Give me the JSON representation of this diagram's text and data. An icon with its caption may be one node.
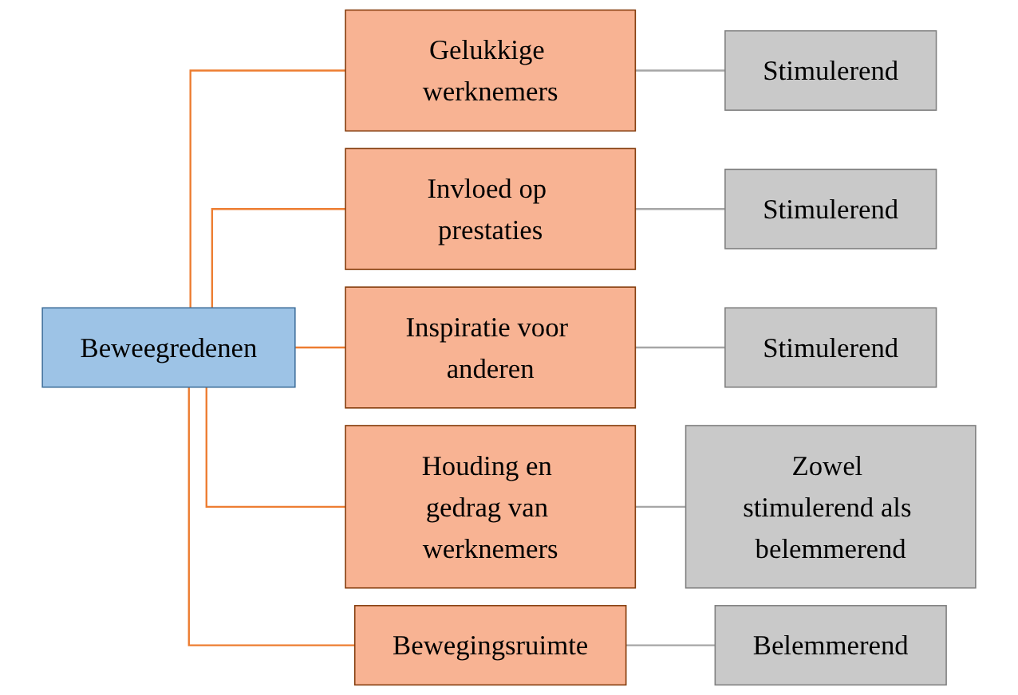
{
  "diagram": {
    "nodes": [
      {
        "text": [
          "Beweegredenen"
        ]
      },
      {
        "text": [
          "Gelukkige werknemers"
        ]
      },
      {
        "text": [
          "Invloed op prestaties"
        ]
      },
      {
        "text": [
          "Inspiratie voor anderen"
        ]
      },
      {
        "text": [
          "Houding en gedrag van werknemers"
        ]
      },
      {
        "text": [
          "Bewegingsruimte"
        ]
      },
      {
        "text": [
          "Stimulerend"
        ]
      },
      {
        "text": [
          "Stimulerend"
        ]
      },
      {
        "text": [
          "Stimulerend"
        ]
      },
      {
        "text": [
          "Zowel stimulerend als belemmerend"
        ]
      },
      {
        "text": [
          "Belemmerend"
        ]
      }
    ],
    "edges": [
      {
        "from": 0,
        "to": 1,
        "arrow": "none",
        "color": "#ed7d31"
      },
      {
        "from": 0,
        "to": 2,
        "arrow": "none",
        "color": "#ed7d31"
      },
      {
        "from": 0,
        "to": 3,
        "arrow": "none",
        "color": "#ed7d31"
      },
      {
        "from": 0,
        "to": 4,
        "arrow": "none",
        "color": "#ed7d31"
      },
      {
        "from": 0,
        "to": 5,
        "arrow": "none",
        "color": "#ed7d31"
      },
      {
        "from": 1,
        "to": 6,
        "arrow": "none",
        "color": "#a6a6a6"
      },
      {
        "from": 2,
        "to": 7,
        "arrow": "none",
        "color": "#a6a6a6"
      },
      {
        "from": 3,
        "to": 8,
        "arrow": "none",
        "color": "#a6a6a6"
      },
      {
        "from": 4,
        "to": 9,
        "arrow": "none",
        "color": "#a6a6a6"
      },
      {
        "from": 5,
        "to": 10,
        "arrow": "none",
        "color": "#a6a6a6"
      }
    ]
  }
}
